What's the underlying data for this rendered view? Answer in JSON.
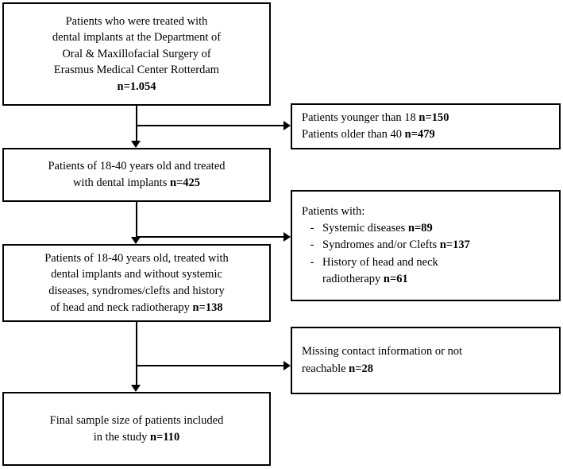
{
  "diagram": {
    "type": "flowchart",
    "title": "",
    "main_boxes": [
      {
        "id": "all-patients",
        "text": "Patients who were treated with\ndental implants at the Department of\nOral & Maxillofacial Surgery of\nErasmus Medical Center Rotterdam\n",
        "count_label": "n=1.054"
      },
      {
        "id": "age-filtered",
        "text": "Patients of 18-40 years old and treated\nwith dental implants ",
        "count_label": "n=425"
      },
      {
        "id": "healthy-filtered",
        "text": "Patients of 18-40 years old, treated with\ndental implants and without systemic\ndiseases, syndromes/clefts and history\nof head and neck radiotherapy ",
        "count_label": "n=138"
      },
      {
        "id": "final-sample",
        "text": "Final sample size of patients included\nin the study ",
        "count_label": "n=110"
      }
    ],
    "exclusion_boxes": [
      {
        "id": "excluded-age",
        "lines": [
          {
            "text": "Patients younger than 18  ",
            "count_label": "n=150"
          },
          {
            "text": "Patients older than 40 ",
            "count_label": "n=479"
          }
        ]
      },
      {
        "id": "excluded-disease",
        "heading": "Patients with:",
        "bullet_marker": "-",
        "bullets": [
          {
            "text": "Systemic diseases ",
            "count_label": "n=89"
          },
          {
            "text": "Syndromes and/or Clefts ",
            "count_label": "n=137"
          },
          {
            "text": "History of head and neck\nradiotherapy ",
            "count_label": "n=61"
          }
        ]
      },
      {
        "id": "excluded-missing",
        "lines": [
          {
            "text": "Missing contact information or not\nreachable ",
            "count_label": "n=28"
          }
        ]
      }
    ]
  }
}
